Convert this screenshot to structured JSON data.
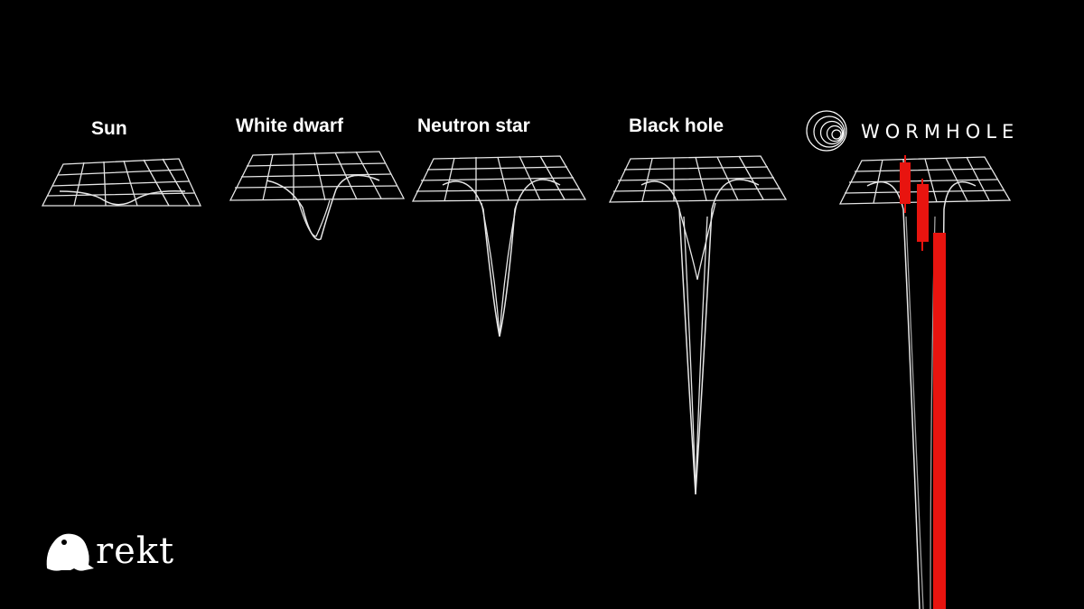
{
  "panels": [
    {
      "id": "sun",
      "label": "Sun",
      "depth": 0.12
    },
    {
      "id": "white-dwarf",
      "label": "White dwarf",
      "depth": 0.45
    },
    {
      "id": "neutron-star",
      "label": "Neutron star",
      "depth": 1.0
    },
    {
      "id": "black-hole",
      "label": "Black hole",
      "depth": 2.3
    }
  ],
  "brand": {
    "wormhole": "WORMHOLE",
    "rekt": "rekt"
  },
  "colors": {
    "background": "#000000",
    "line": "#ffffff",
    "accent": "#e8140f"
  }
}
